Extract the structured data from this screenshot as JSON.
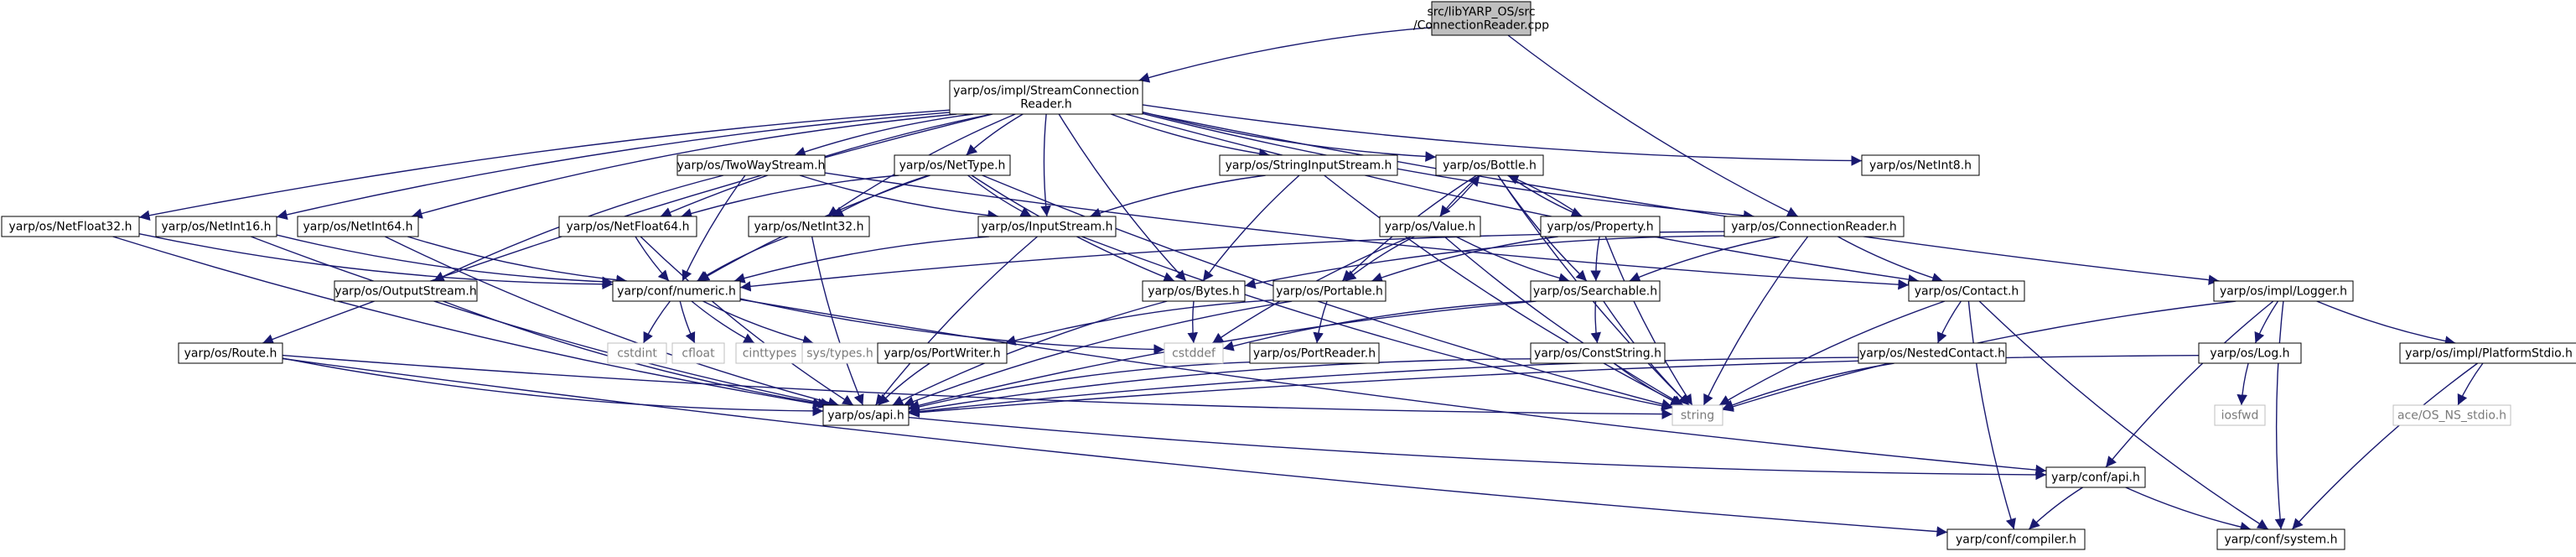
{
  "diagram": {
    "type": "include-dependency-graph",
    "edge_color": "#191970",
    "root_fill": "#bfbfbf",
    "system_header_border": "#bfbfbf",
    "nodes": [
      {
        "id": "root",
        "lines": [
          "src/libYARP_OS/src",
          "/ConnectionReader.cpp"
        ],
        "kind": "root"
      },
      {
        "id": "scr",
        "lines": [
          "yarp/os/impl/StreamConnection",
          "Reader.h"
        ],
        "kind": "normal"
      },
      {
        "id": "twoway",
        "lines": [
          "yarp/os/TwoWayStream.h"
        ],
        "kind": "normal"
      },
      {
        "id": "nettype",
        "lines": [
          "yarp/os/NetType.h"
        ],
        "kind": "normal"
      },
      {
        "id": "stringin",
        "lines": [
          "yarp/os/StringInputStream.h"
        ],
        "kind": "normal"
      },
      {
        "id": "bottle",
        "lines": [
          "yarp/os/Bottle.h"
        ],
        "kind": "normal"
      },
      {
        "id": "netint8",
        "lines": [
          "yarp/os/NetInt8.h"
        ],
        "kind": "normal"
      },
      {
        "id": "netfloat32",
        "lines": [
          "yarp/os/NetFloat32.h"
        ],
        "kind": "normal"
      },
      {
        "id": "netint16",
        "lines": [
          "yarp/os/NetInt16.h"
        ],
        "kind": "normal"
      },
      {
        "id": "netint64",
        "lines": [
          "yarp/os/NetInt64.h"
        ],
        "kind": "normal"
      },
      {
        "id": "netfloat64",
        "lines": [
          "yarp/os/NetFloat64.h"
        ],
        "kind": "normal"
      },
      {
        "id": "netint32",
        "lines": [
          "yarp/os/NetInt32.h"
        ],
        "kind": "normal"
      },
      {
        "id": "inputstream",
        "lines": [
          "yarp/os/InputStream.h"
        ],
        "kind": "normal"
      },
      {
        "id": "value",
        "lines": [
          "yarp/os/Value.h"
        ],
        "kind": "normal"
      },
      {
        "id": "property",
        "lines": [
          "yarp/os/Property.h"
        ],
        "kind": "normal"
      },
      {
        "id": "connreader",
        "lines": [
          "yarp/os/ConnectionReader.h"
        ],
        "kind": "normal"
      },
      {
        "id": "logger",
        "lines": [
          "yarp/os/impl/Logger.h"
        ],
        "kind": "normal"
      },
      {
        "id": "numeric",
        "lines": [
          "yarp/conf/numeric.h"
        ],
        "kind": "normal"
      },
      {
        "id": "outputstream",
        "lines": [
          "yarp/os/OutputStream.h"
        ],
        "kind": "normal"
      },
      {
        "id": "bytes",
        "lines": [
          "yarp/os/Bytes.h"
        ],
        "kind": "normal"
      },
      {
        "id": "portable",
        "lines": [
          "yarp/os/Portable.h"
        ],
        "kind": "normal"
      },
      {
        "id": "searchable",
        "lines": [
          "yarp/os/Searchable.h"
        ],
        "kind": "normal"
      },
      {
        "id": "contact",
        "lines": [
          "yarp/os/Contact.h"
        ],
        "kind": "normal"
      },
      {
        "id": "route",
        "lines": [
          "yarp/os/Route.h"
        ],
        "kind": "normal"
      },
      {
        "id": "cstdint",
        "lines": [
          "cstdint"
        ],
        "kind": "system"
      },
      {
        "id": "cfloat",
        "lines": [
          "cfloat"
        ],
        "kind": "system"
      },
      {
        "id": "cinttypes",
        "lines": [
          "cinttypes"
        ],
        "kind": "system"
      },
      {
        "id": "systypes",
        "lines": [
          "sys/types.h"
        ],
        "kind": "system"
      },
      {
        "id": "cstddef",
        "lines": [
          "cstddef"
        ],
        "kind": "system"
      },
      {
        "id": "portwriter",
        "lines": [
          "yarp/os/PortWriter.h"
        ],
        "kind": "normal"
      },
      {
        "id": "portreader",
        "lines": [
          "yarp/os/PortReader.h"
        ],
        "kind": "normal"
      },
      {
        "id": "conststring",
        "lines": [
          "yarp/os/ConstString.h"
        ],
        "kind": "normal"
      },
      {
        "id": "nestedcontact",
        "lines": [
          "yarp/os/NestedContact.h"
        ],
        "kind": "normal"
      },
      {
        "id": "log",
        "lines": [
          "yarp/os/Log.h"
        ],
        "kind": "normal"
      },
      {
        "id": "platformstdio",
        "lines": [
          "yarp/os/impl/PlatformStdio.h"
        ],
        "kind": "normal"
      },
      {
        "id": "osapi",
        "lines": [
          "yarp/os/api.h"
        ],
        "kind": "normal"
      },
      {
        "id": "string",
        "lines": [
          "string"
        ],
        "kind": "system"
      },
      {
        "id": "iosfwd",
        "lines": [
          "iosfwd"
        ],
        "kind": "system"
      },
      {
        "id": "acestdio",
        "lines": [
          "ace/OS_NS_stdio.h"
        ],
        "kind": "system"
      },
      {
        "id": "confapi",
        "lines": [
          "yarp/conf/api.h"
        ],
        "kind": "normal"
      },
      {
        "id": "compiler",
        "lines": [
          "yarp/conf/compiler.h"
        ],
        "kind": "normal"
      },
      {
        "id": "system",
        "lines": [
          "yarp/conf/system.h"
        ],
        "kind": "normal"
      }
    ],
    "edges": [
      [
        "root",
        "scr"
      ],
      [
        "root",
        "connreader"
      ],
      [
        "scr",
        "twoway"
      ],
      [
        "scr",
        "nettype"
      ],
      [
        "scr",
        "stringin"
      ],
      [
        "scr",
        "bottle"
      ],
      [
        "scr",
        "netint8"
      ],
      [
        "scr",
        "netfloat32"
      ],
      [
        "scr",
        "netint16"
      ],
      [
        "scr",
        "netint64"
      ],
      [
        "scr",
        "netfloat64"
      ],
      [
        "scr",
        "netint32"
      ],
      [
        "scr",
        "inputstream"
      ],
      [
        "scr",
        "bytes"
      ],
      [
        "scr",
        "connreader"
      ],
      [
        "scr",
        "contact"
      ],
      [
        "scr",
        "logger"
      ],
      [
        "scr",
        "route"
      ],
      [
        "twoway",
        "inputstream"
      ],
      [
        "twoway",
        "outputstream"
      ],
      [
        "twoway",
        "contact"
      ],
      [
        "twoway",
        "numeric"
      ],
      [
        "nettype",
        "netfloat64"
      ],
      [
        "nettype",
        "netint32"
      ],
      [
        "nettype",
        "inputstream"
      ],
      [
        "nettype",
        "bytes"
      ],
      [
        "nettype",
        "numeric"
      ],
      [
        "nettype",
        "string"
      ],
      [
        "stringin",
        "inputstream"
      ],
      [
        "stringin",
        "bytes"
      ],
      [
        "stringin",
        "string"
      ],
      [
        "bottle",
        "portable"
      ],
      [
        "bottle",
        "searchable"
      ],
      [
        "bottle",
        "value"
      ],
      [
        "bottle",
        "property"
      ],
      [
        "bottle",
        "string"
      ],
      [
        "value",
        "bottle"
      ],
      [
        "value",
        "portable"
      ],
      [
        "value",
        "searchable"
      ],
      [
        "value",
        "string"
      ],
      [
        "value",
        "cstddef"
      ],
      [
        "property",
        "bottle"
      ],
      [
        "property",
        "searchable"
      ],
      [
        "property",
        "portable"
      ],
      [
        "property",
        "string"
      ],
      [
        "connreader",
        "bytes"
      ],
      [
        "connreader",
        "searchable"
      ],
      [
        "connreader",
        "contact"
      ],
      [
        "connreader",
        "numeric"
      ],
      [
        "connreader",
        "string"
      ],
      [
        "netfloat32",
        "numeric"
      ],
      [
        "netfloat32",
        "osapi"
      ],
      [
        "netint16",
        "numeric"
      ],
      [
        "netint16",
        "osapi"
      ],
      [
        "netint64",
        "numeric"
      ],
      [
        "netint64",
        "osapi"
      ],
      [
        "netfloat64",
        "numeric"
      ],
      [
        "netfloat64",
        "osapi"
      ],
      [
        "netint32",
        "numeric"
      ],
      [
        "netint32",
        "osapi"
      ],
      [
        "inputstream",
        "numeric"
      ],
      [
        "inputstream",
        "osapi"
      ],
      [
        "inputstream",
        "string"
      ],
      [
        "numeric",
        "cstdint"
      ],
      [
        "numeric",
        "cfloat"
      ],
      [
        "numeric",
        "cinttypes"
      ],
      [
        "numeric",
        "systypes"
      ],
      [
        "numeric",
        "cstddef"
      ],
      [
        "numeric",
        "confapi"
      ],
      [
        "outputstream",
        "osapi"
      ],
      [
        "bytes",
        "osapi"
      ],
      [
        "bytes",
        "cstddef"
      ],
      [
        "portable",
        "portwriter"
      ],
      [
        "portable",
        "portreader"
      ],
      [
        "portable",
        "osapi"
      ],
      [
        "searchable",
        "conststring"
      ],
      [
        "searchable",
        "string"
      ],
      [
        "searchable",
        "osapi"
      ],
      [
        "searchable",
        "cstddef"
      ],
      [
        "contact",
        "nestedcontact"
      ],
      [
        "contact",
        "string"
      ],
      [
        "contact",
        "system"
      ],
      [
        "contact",
        "compiler"
      ],
      [
        "route",
        "osapi"
      ],
      [
        "route",
        "string"
      ],
      [
        "route",
        "compiler"
      ],
      [
        "portwriter",
        "osapi"
      ],
      [
        "portreader",
        "osapi"
      ],
      [
        "conststring",
        "osapi"
      ],
      [
        "conststring",
        "string"
      ],
      [
        "nestedcontact",
        "osapi"
      ],
      [
        "nestedcontact",
        "string"
      ],
      [
        "logger",
        "log"
      ],
      [
        "logger",
        "platformstdio"
      ],
      [
        "logger",
        "confapi"
      ],
      [
        "logger",
        "system"
      ],
      [
        "logger",
        "string"
      ],
      [
        "log",
        "iosfwd"
      ],
      [
        "log",
        "osapi"
      ],
      [
        "platformstdio",
        "acestdio"
      ],
      [
        "platformstdio",
        "system"
      ],
      [
        "osapi",
        "confapi"
      ],
      [
        "confapi",
        "compiler"
      ],
      [
        "confapi",
        "system"
      ]
    ]
  }
}
